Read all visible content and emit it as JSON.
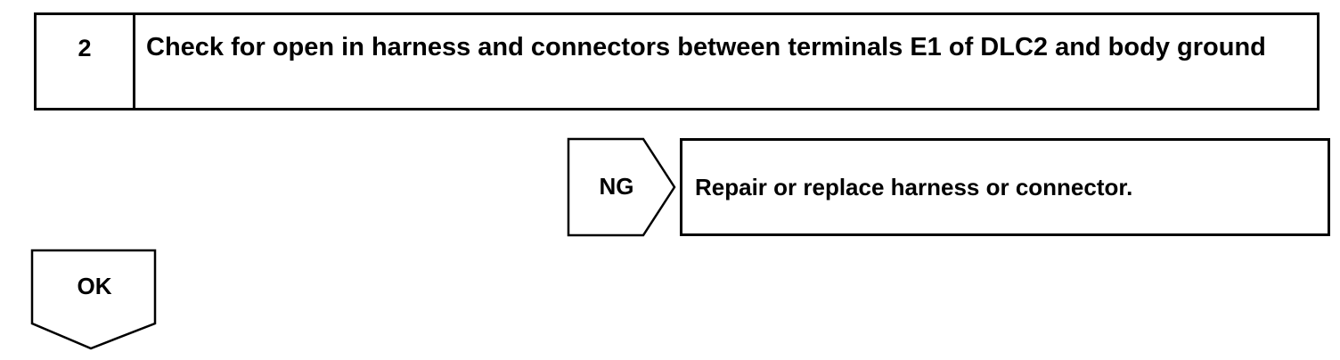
{
  "step": {
    "number": "2",
    "title": "Check for open in harness and connectors between terminals E1 of DLC2 and body ground"
  },
  "ng_branch": {
    "label": "NG",
    "action": "Repair or replace harness or connector."
  },
  "ok_branch": {
    "label": "OK"
  }
}
